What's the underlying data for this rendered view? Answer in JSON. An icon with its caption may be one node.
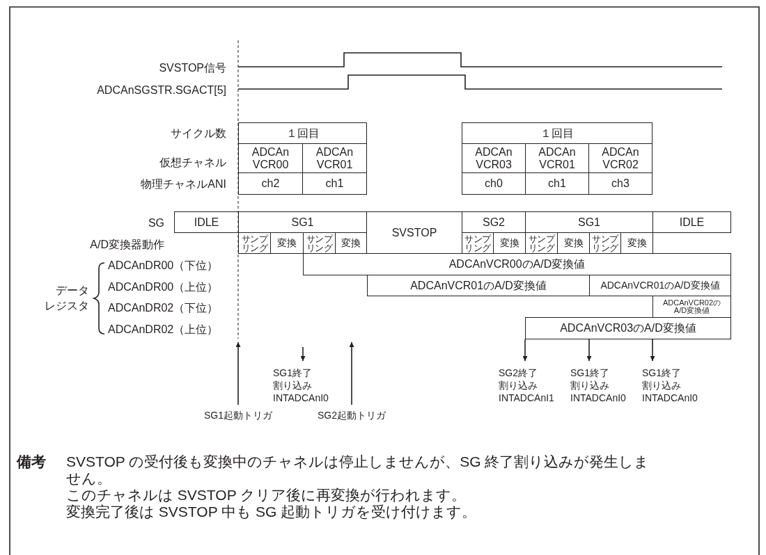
{
  "diagram": {
    "nodes": [
      {
        "text": [
          "１回目"
        ]
      },
      {
        "text": [
          "ADCAn VCR00"
        ]
      },
      {
        "text": [
          "ADCAn VCR01"
        ]
      },
      {
        "text": [
          "ch2"
        ]
      },
      {
        "text": [
          "ch1"
        ]
      },
      {
        "text": [
          "１回目"
        ]
      },
      {
        "text": [
          "ADCAn VCR03"
        ]
      },
      {
        "text": [
          "ADCAn VCR01"
        ]
      },
      {
        "text": [
          "ADCAn VCR02"
        ]
      },
      {
        "text": [
          "ch0"
        ]
      },
      {
        "text": [
          "ch1"
        ]
      },
      {
        "text": [
          "ch3"
        ]
      },
      {
        "text": [
          "IDLE"
        ]
      },
      {
        "text": [
          "SG1"
        ]
      },
      {
        "text": [
          "SVSTOP"
        ]
      },
      {
        "text": [
          "SG2"
        ]
      },
      {
        "text": [
          "SG1"
        ]
      },
      {
        "text": [
          "IDLE"
        ]
      },
      {
        "text": [
          "サンプリング"
        ]
      },
      {
        "text": [
          "変換"
        ]
      },
      {
        "text": [
          "サンプリング"
        ]
      },
      {
        "text": [
          "変換"
        ]
      },
      {
        "text": [
          "サンプリング"
        ]
      },
      {
        "text": [
          "変換"
        ]
      },
      {
        "text": [
          "サンプリング"
        ]
      },
      {
        "text": [
          "変換"
        ]
      },
      {
        "text": [
          "サンプリング"
        ]
      },
      {
        "text": [
          "変換"
        ]
      },
      {
        "text": [
          "ADCAnVCR00のA/D変換値"
        ]
      },
      {
        "text": [
          "ADCAnVCR01のA/D変換値"
        ]
      },
      {
        "text": [
          "ADCAnVCR01のA/D変換値"
        ]
      },
      {
        "text": [
          "ADCAnVCR02のA/D変換値"
        ]
      },
      {
        "text": [
          "ADCAnVCR03のA/D変換値"
        ]
      },
      {
        "text": [
          "SG1起動トリガ"
        ]
      },
      {
        "text": [
          "SG1終了",
          "割り込み",
          "INTADCAnI0"
        ]
      },
      {
        "text": [
          "SG2起動トリガ"
        ]
      },
      {
        "text": [
          "SG2終了",
          "割り込み",
          "INTADCAnI1"
        ]
      },
      {
        "text": [
          "SG1終了",
          "割り込み",
          "INTADCAnI0"
        ]
      },
      {
        "text": [
          "SG1終了",
          "割り込み",
          "INTADCAnI0"
        ]
      }
    ],
    "edges": [
      {
        "from": 33,
        "to": null,
        "arrow": "to"
      },
      {
        "from": null,
        "to": 34,
        "arrow": "to"
      },
      {
        "from": 35,
        "to": null,
        "arrow": "to"
      },
      {
        "from": 32,
        "to": 36,
        "arrow": "to"
      },
      {
        "from": 32,
        "to": 37,
        "arrow": "to"
      },
      {
        "from": 32,
        "to": 38,
        "arrow": "to"
      }
    ],
    "labels": [
      "SVSTOP信号",
      "ADCAnSGSTR.SGACT[5]",
      "サイクル数",
      "仮想チャネル",
      "物理チャネルANI",
      "SG",
      "A/D変換器動作",
      "データ",
      "レジスタ",
      "ADCAnDR00（下位）",
      "ADCAnDR00（上位）",
      "ADCAnDR02（下位）",
      "ADCAnDR02（上位）",
      "備考",
      "SVSTOP の受付後も変換中のチャネルは停止しませんが、SG 終了割り込みが発生しません。",
      "このチャネルは SVSTOP クリア後に再変換が行われます。",
      "変換完了後は SVSTOP 中も SG 起動トリガを受け付けます。"
    ]
  }
}
